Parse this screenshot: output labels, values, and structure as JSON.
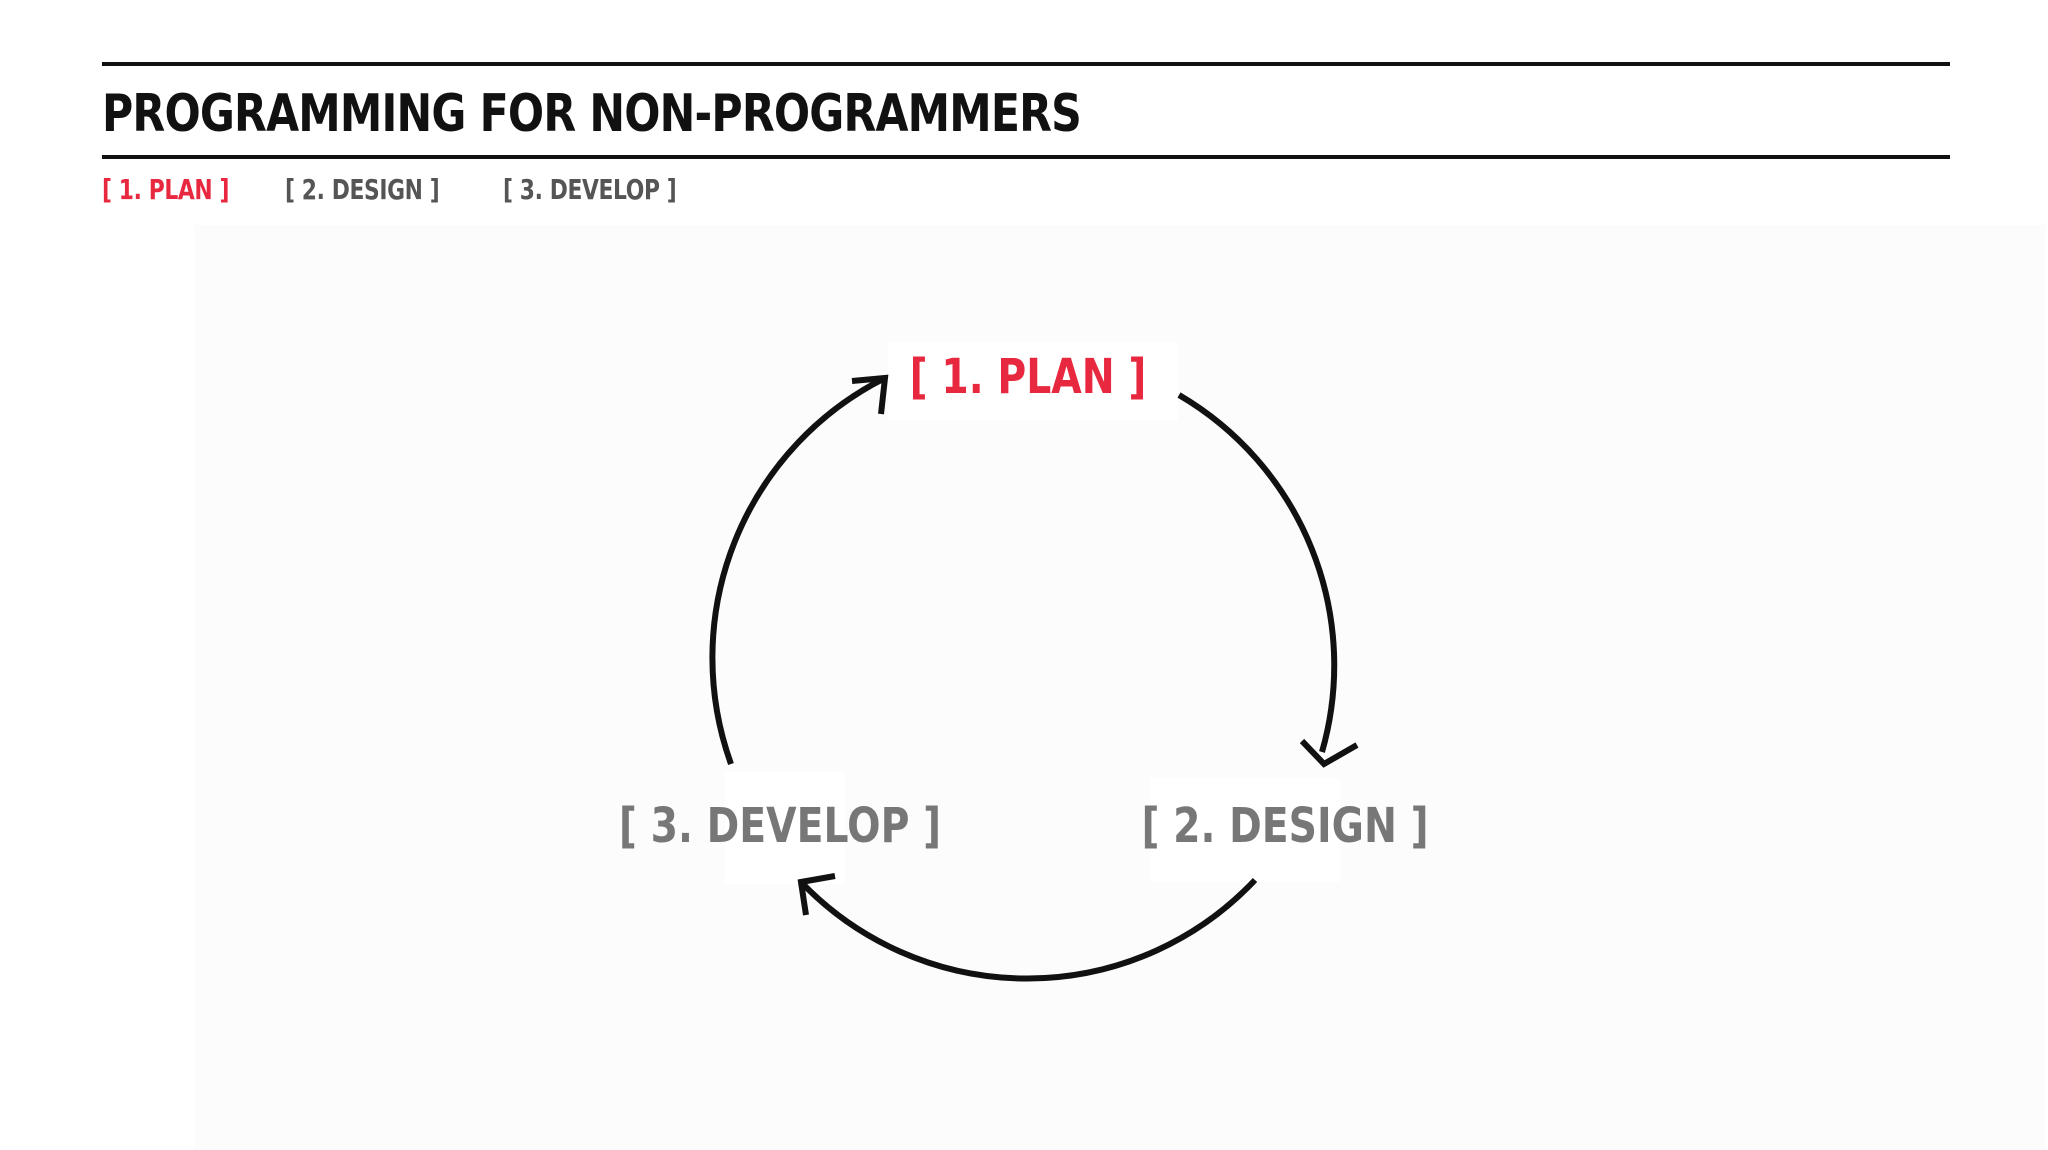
{
  "slide": {
    "title": "PROGRAMMING FOR NON-PROGRAMMERS",
    "nav": [
      {
        "label": "[ 1. PLAN ]",
        "active": true
      },
      {
        "label": "[ 2. DESIGN ]",
        "active": false
      },
      {
        "label": "[ 3. DEVELOP ]",
        "active": false
      }
    ]
  },
  "cycle": {
    "nodes": [
      {
        "label": "[ 1. PLAN ]"
      },
      {
        "label": "[ 2. DESIGN ]"
      },
      {
        "label": "[ 3. DEVELOP ]"
      }
    ]
  },
  "colors": {
    "accent": "#e8283f",
    "inactive": "#555555",
    "node_inactive": "#777777",
    "ink": "#111111"
  }
}
